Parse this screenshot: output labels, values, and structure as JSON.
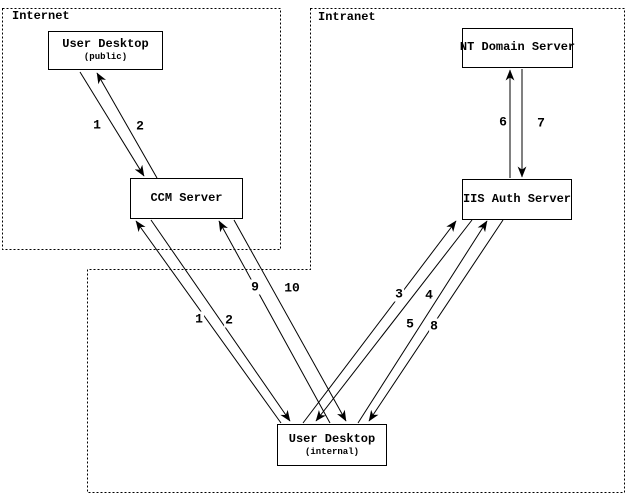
{
  "regions": {
    "internet": {
      "label": "Internet"
    },
    "intranet": {
      "label": "Intranet"
    }
  },
  "nodes": {
    "user_desktop_public": {
      "title": "User Desktop",
      "subtitle": "(public)"
    },
    "ccm_server": {
      "title": "CCM Server"
    },
    "nt_domain_server": {
      "title": "NT Domain Server"
    },
    "iis_auth_server": {
      "title": "IIS Auth Server"
    },
    "user_desktop_internal": {
      "title": "User Desktop",
      "subtitle": "(internal)"
    }
  },
  "edge_labels": {
    "public_desktop_to_ccm": "1",
    "ccm_to_public_desktop": "2",
    "internal_desktop_to_ccm": "1",
    "ccm_to_internal_desktop": "2",
    "internal_desktop_to_iis_request": "3",
    "iis_to_internal_desktop_reply": "4",
    "internal_desktop_to_iis_credentials": "5",
    "iis_to_nt_domain": "6",
    "nt_domain_to_iis": "7",
    "iis_to_internal_desktop_token": "8",
    "internal_desktop_to_ccm_authed": "9",
    "ccm_to_internal_desktop_authed": "10"
  },
  "colors": {
    "background": "#ffffff",
    "line": "#000000",
    "text": "#000000"
  }
}
